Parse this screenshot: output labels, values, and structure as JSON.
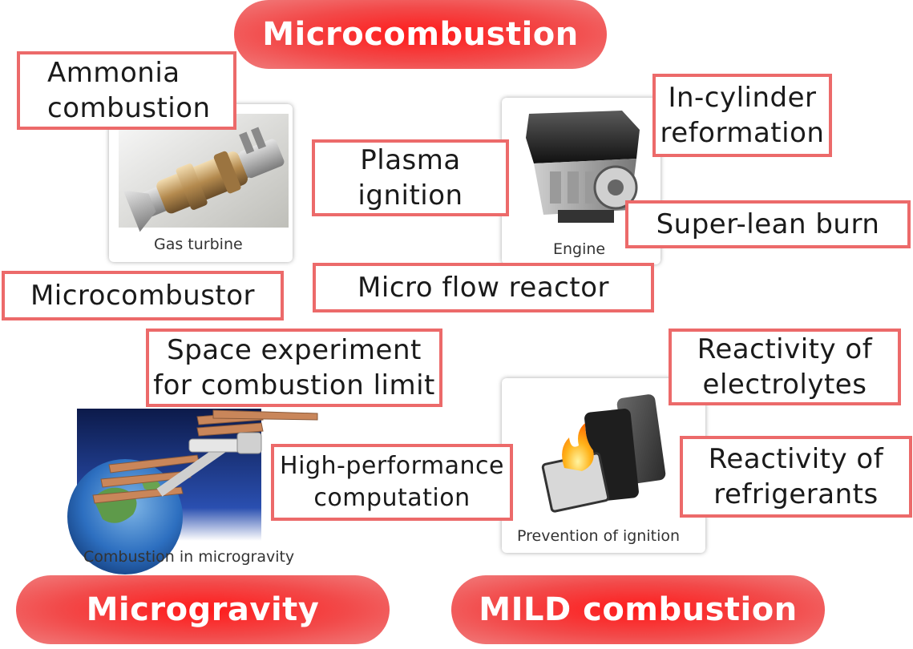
{
  "categories": {
    "microcombustion": "Microcombustion",
    "microgravity": "Microgravity",
    "mild": "MILD combustion"
  },
  "images": {
    "gas_turbine": "Gas turbine",
    "engine": "Engine",
    "microgravity": "Combustion in microgravity",
    "prevention": "Prevention of ignition"
  },
  "topics": {
    "ammonia": "Ammonia\ncombustion",
    "in_cylinder": "In-cylinder\nreformation",
    "plasma": "Plasma\nignition",
    "super_lean": "Super-lean burn",
    "microcombustor": "Microcombustor",
    "micro_flow": "Micro flow reactor",
    "space_experiment": "Space experiment\nfor combustion limit",
    "high_performance": "High-performance\ncomputation",
    "electrolytes": "Reactivity of\nelectrolytes",
    "refrigerants": "Reactivity of\nrefrigerants"
  },
  "colors": {
    "pill_center": "#ff1a1a",
    "pill_edge": "#f07c7c",
    "box_border": "#ec6a6a"
  }
}
